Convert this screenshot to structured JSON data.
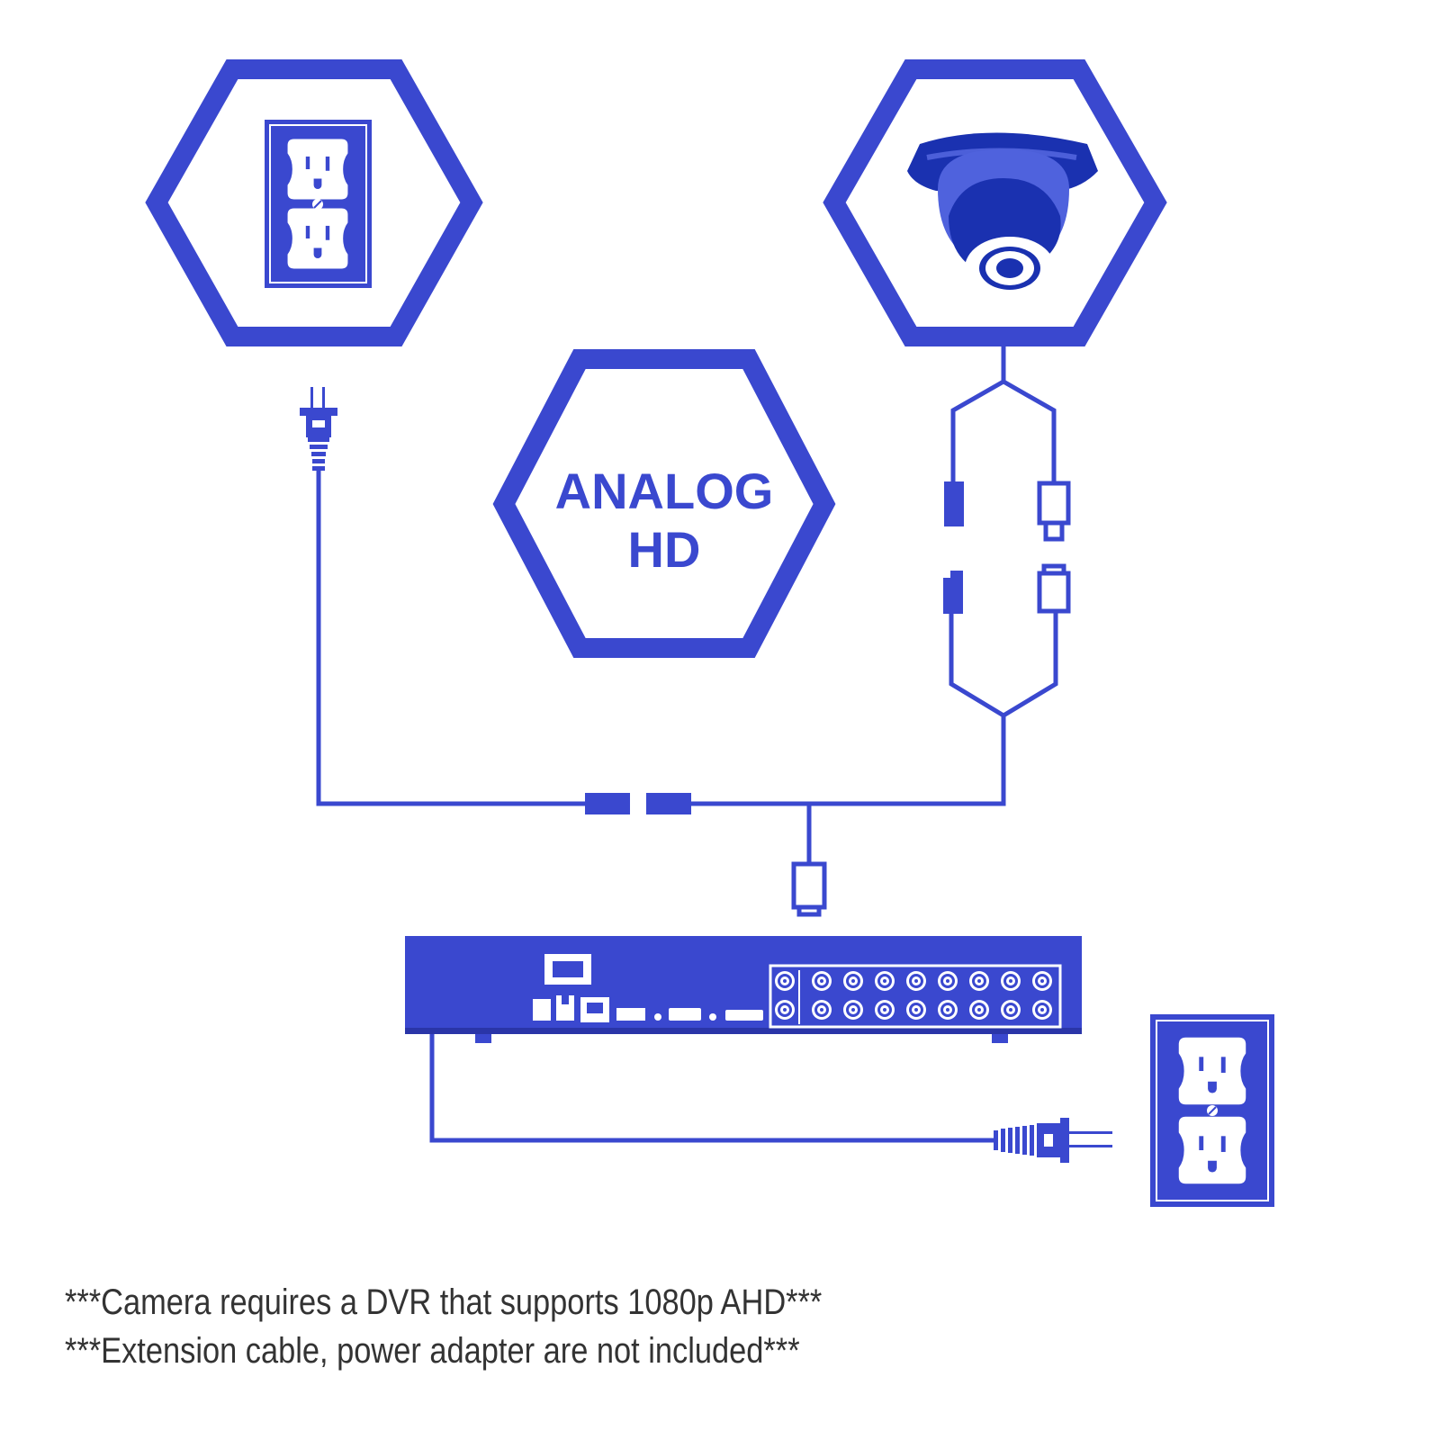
{
  "badge": {
    "line1": "ANALOG",
    "line2": "HD"
  },
  "notes": [
    "***Camera requires a DVR that supports 1080p AHD***",
    "***Extension cable, power adapter are not included***"
  ],
  "colors": {
    "primary": "#3a48cf",
    "camera_body": "#1a31b0",
    "text": "#333333",
    "background": "#ffffff"
  },
  "icons": [
    "power-outlet-icon",
    "dome-camera-icon",
    "power-plug-icon",
    "dvr-recorder-icon",
    "bnc-connector-icon"
  ]
}
